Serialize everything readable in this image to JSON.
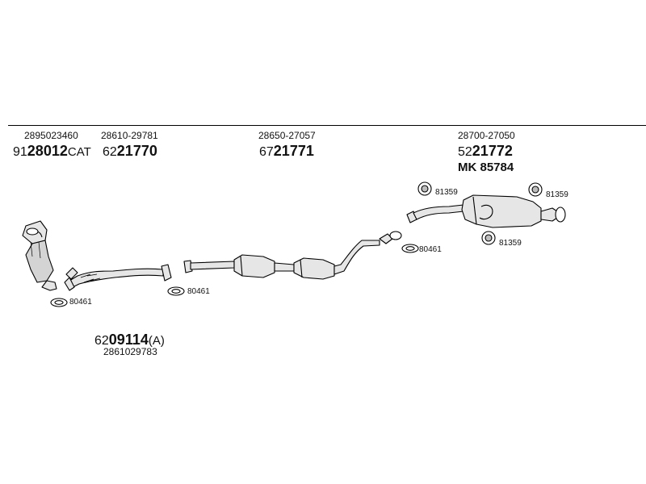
{
  "header_parts": [
    {
      "code": "2895023460",
      "prefix": "91",
      "number": "28012",
      "suffix": "CAT"
    },
    {
      "code": "28610-29781",
      "prefix": "62",
      "number": "21770"
    },
    {
      "code": "28650-27057",
      "prefix": "67",
      "number": "21771"
    },
    {
      "code": "28700-27050",
      "prefix": "52",
      "number": "21772",
      "extra": "MK  85784"
    }
  ],
  "bottom_part": {
    "prefix": "62",
    "number": "09114",
    "suffix": "(A)",
    "code": "2861029783"
  },
  "small_parts": {
    "gasket_a": "80461",
    "gasket_b": "80461",
    "gasket_c": "80461",
    "mount_a": "81359",
    "mount_b": "81359",
    "mount_c": "81359"
  },
  "colors": {
    "line": "#000000",
    "part_fill": "#e6e6e6",
    "part_shade": "#bdbdbd"
  }
}
